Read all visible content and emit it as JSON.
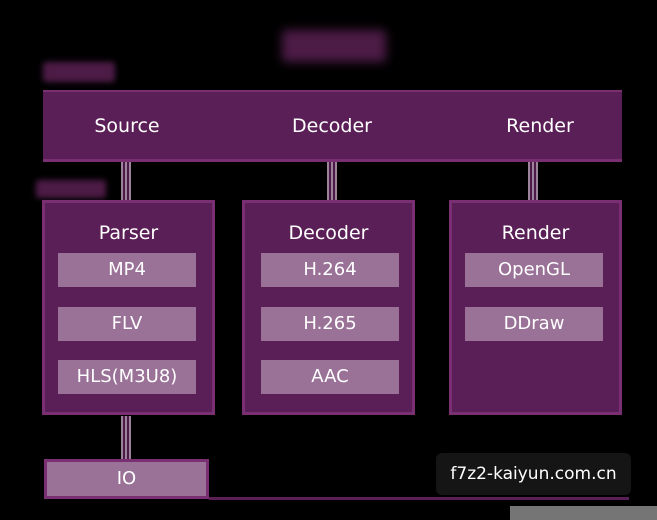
{
  "colors": {
    "background": "#000000",
    "module_fill": "#5a1f56",
    "module_border": "#7a2f73",
    "item_fill": "#9a7197",
    "text": "#ffffff"
  },
  "top_bar": {
    "labels": [
      "Source",
      "Decoder",
      "Render"
    ]
  },
  "modules": [
    {
      "title": "Parser",
      "items": [
        "MP4",
        "FLV",
        "HLS(M3U8)"
      ]
    },
    {
      "title": "Decoder",
      "items": [
        "H.264",
        "H.265",
        "AAC"
      ]
    },
    {
      "title": "Render",
      "items": [
        "OpenGL",
        "DDraw"
      ]
    }
  ],
  "io": {
    "label": "IO"
  },
  "watermark": {
    "text": "f7z2-kaiyun.com.cn"
  }
}
